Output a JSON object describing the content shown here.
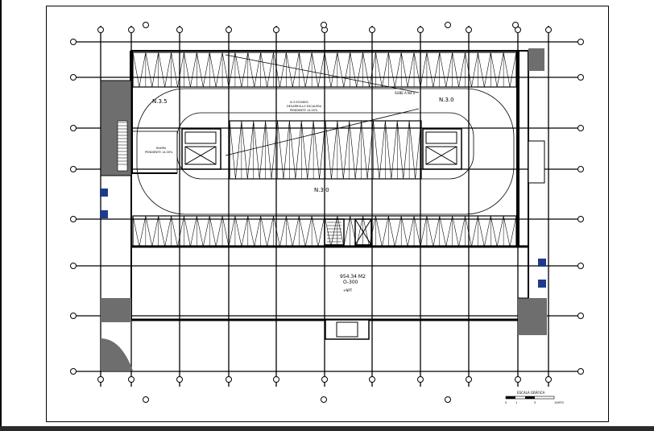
{
  "title_area": "954.34 M2",
  "title_code": "O-300",
  "level_labels": [
    "N.3.5",
    "N.3.0",
    "N.3.0"
  ],
  "ramp_label": "SUBE A N4.0",
  "ramp_note": [
    "N-3 ESTARES",
    "DESARROLLO ESCALERA",
    "PENDIENTE 14.00%"
  ],
  "left_note": [
    "RAMPA",
    "PENDIENTE 14.00%"
  ],
  "npt_tag": "+NPT",
  "scale_label": "ESCALA GRÁFICA",
  "scale_ticks": [
    "0",
    "1",
    "5",
    "10MTS"
  ],
  "colors": {
    "ink": "#000000",
    "fill": "#6e6e6e",
    "accent_blue": "#1e3a8a"
  }
}
